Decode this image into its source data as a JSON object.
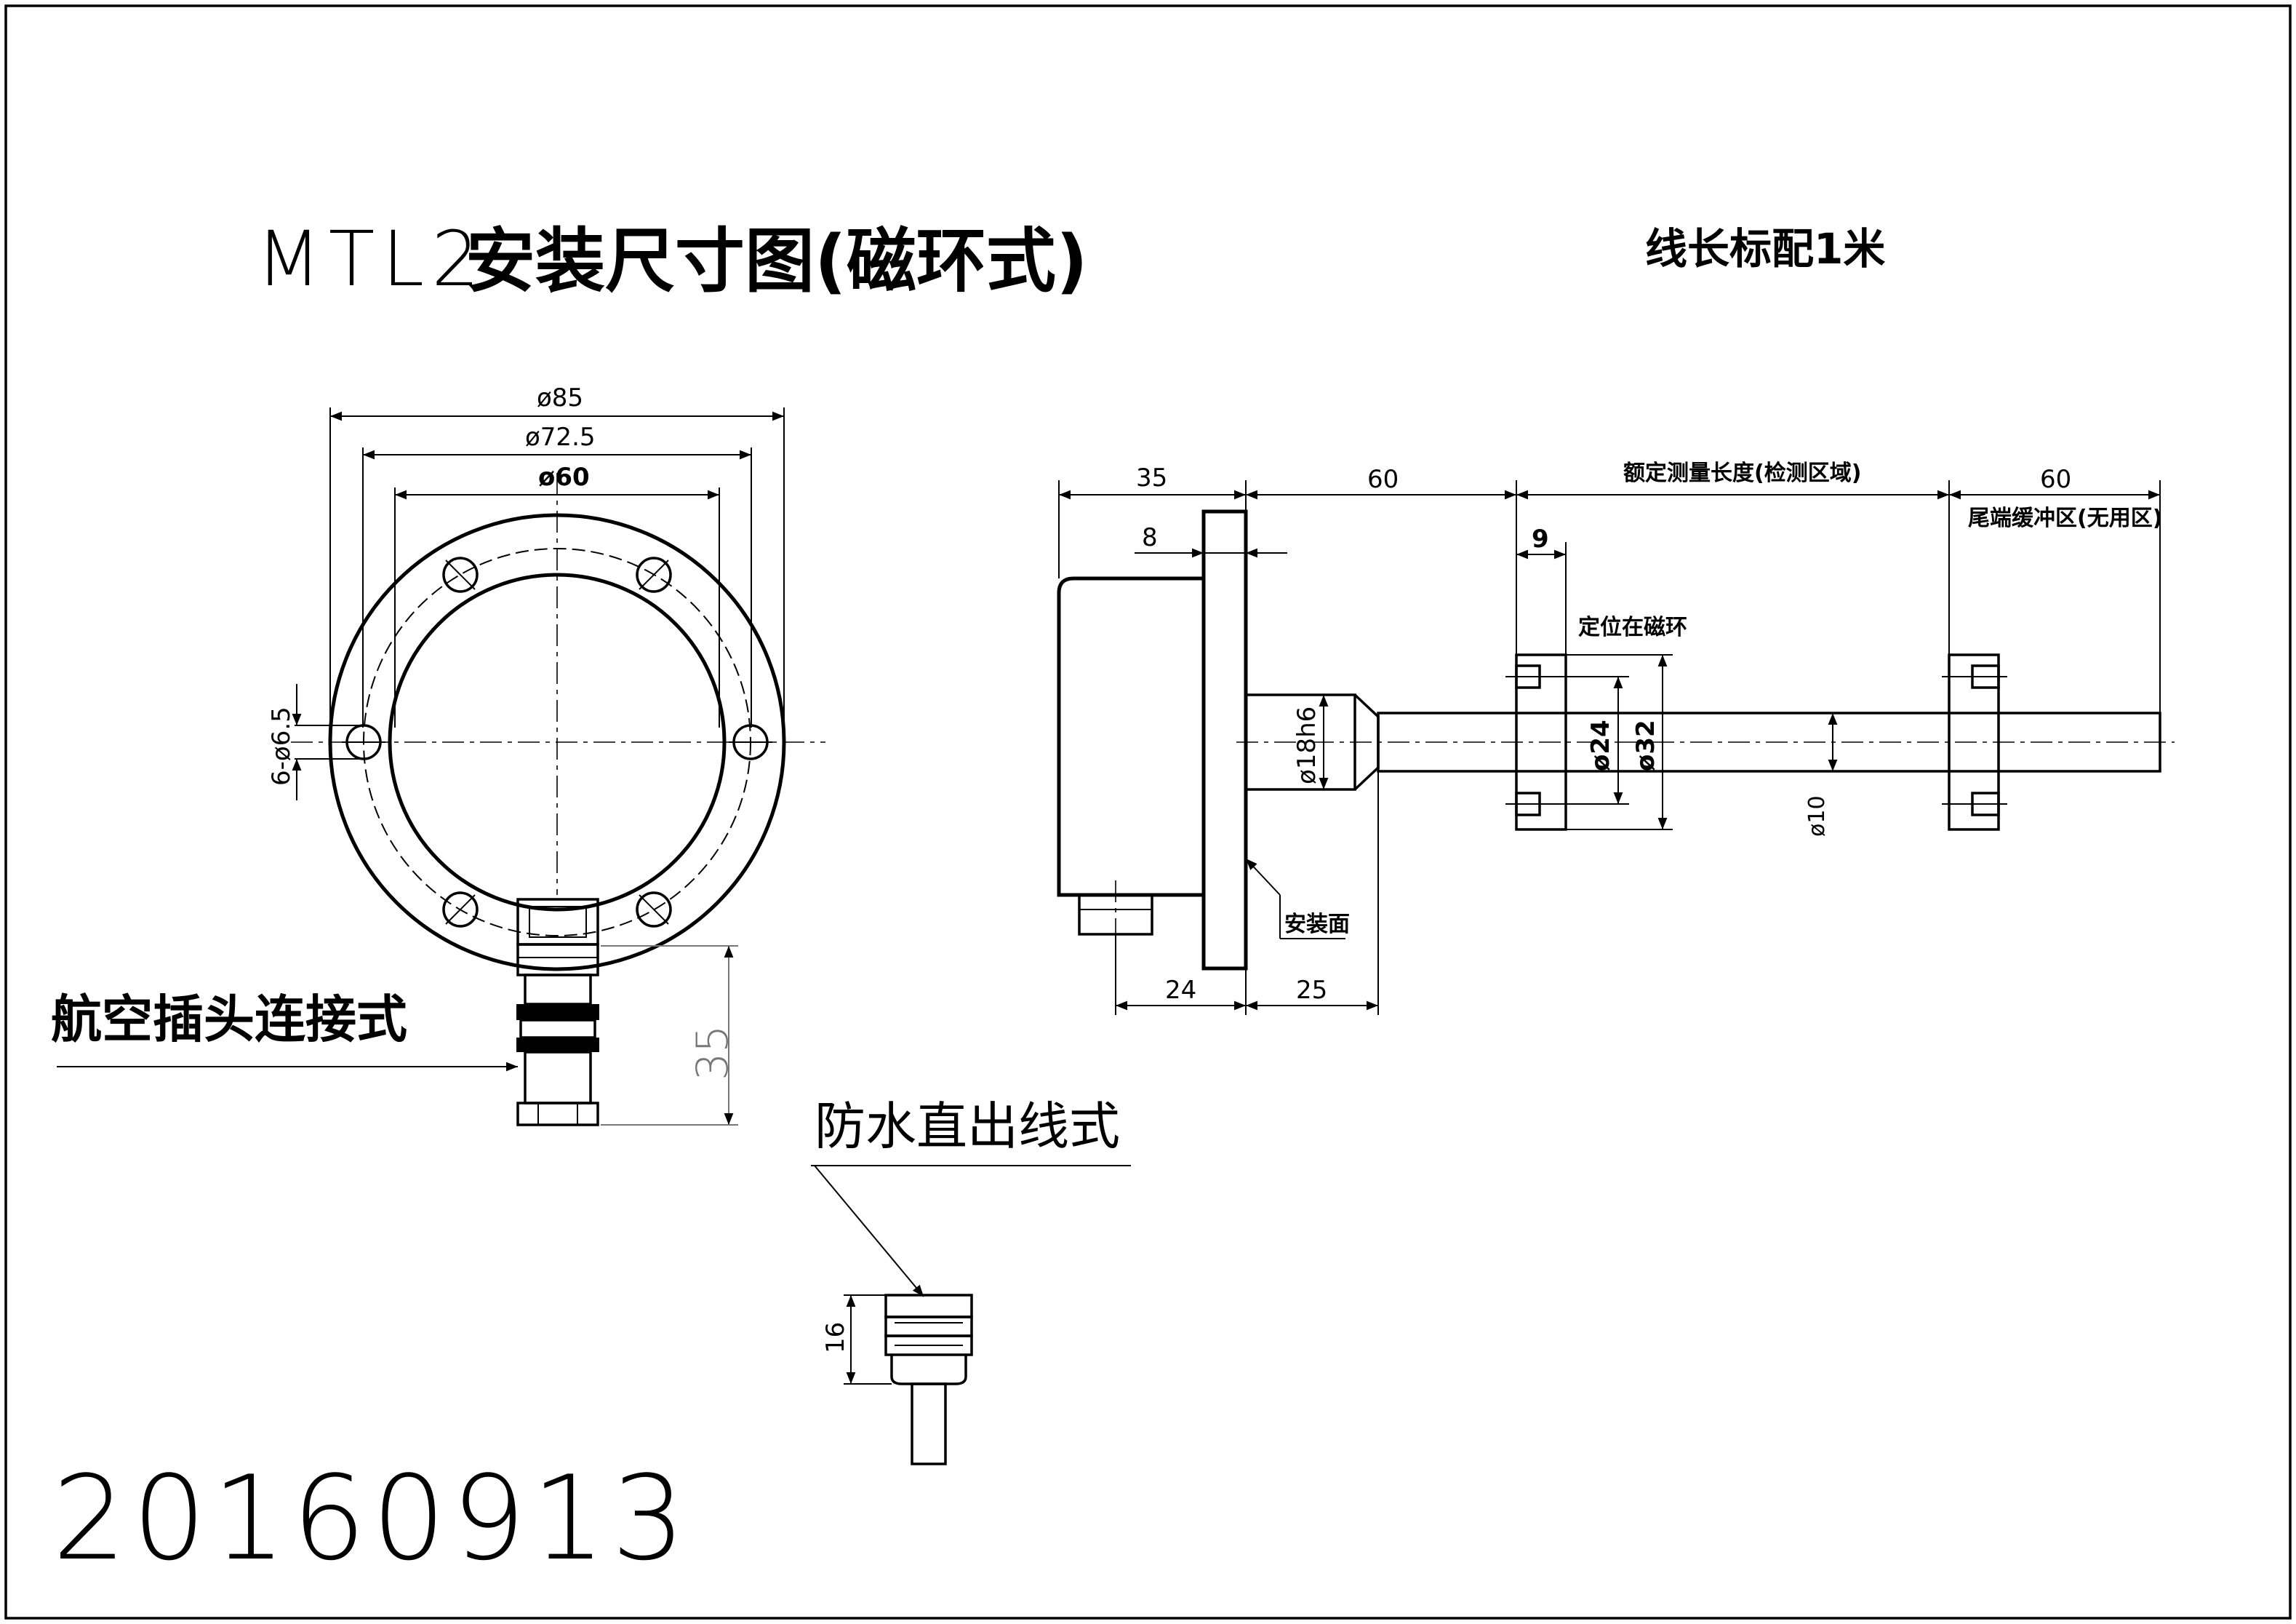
{
  "title": {
    "model": "MTL2",
    "text": "安装尺寸图(磁环式)"
  },
  "cable_note": "线长标配1米",
  "date": "20160913",
  "front_view": {
    "dia_85": "ø85",
    "dia_72_5": "ø72.5",
    "dia_60": "ø60",
    "holes": "6-ø6.5",
    "connector_height": "35",
    "aviation_plug_label": "航空插头连接式"
  },
  "side_view": {
    "dim_35": "35",
    "dim_8": "8",
    "dim_60_left": "60",
    "measuring_length": "额定测量长度(检测区域)",
    "dim_60_right": "60",
    "buffer_zone": "尾端缓冲区(无用区)",
    "dim_9": "9",
    "positioning_ring": "定位在磁环",
    "dia_18h6": "ø18h6",
    "dia_24": "ø24",
    "dia_32": "ø32",
    "dia_10": "ø10",
    "mounting_face": "安装面",
    "dim_24": "24",
    "dim_25": "25"
  },
  "cable_gland": {
    "label": "防水直出线式",
    "dim_16": "16"
  }
}
